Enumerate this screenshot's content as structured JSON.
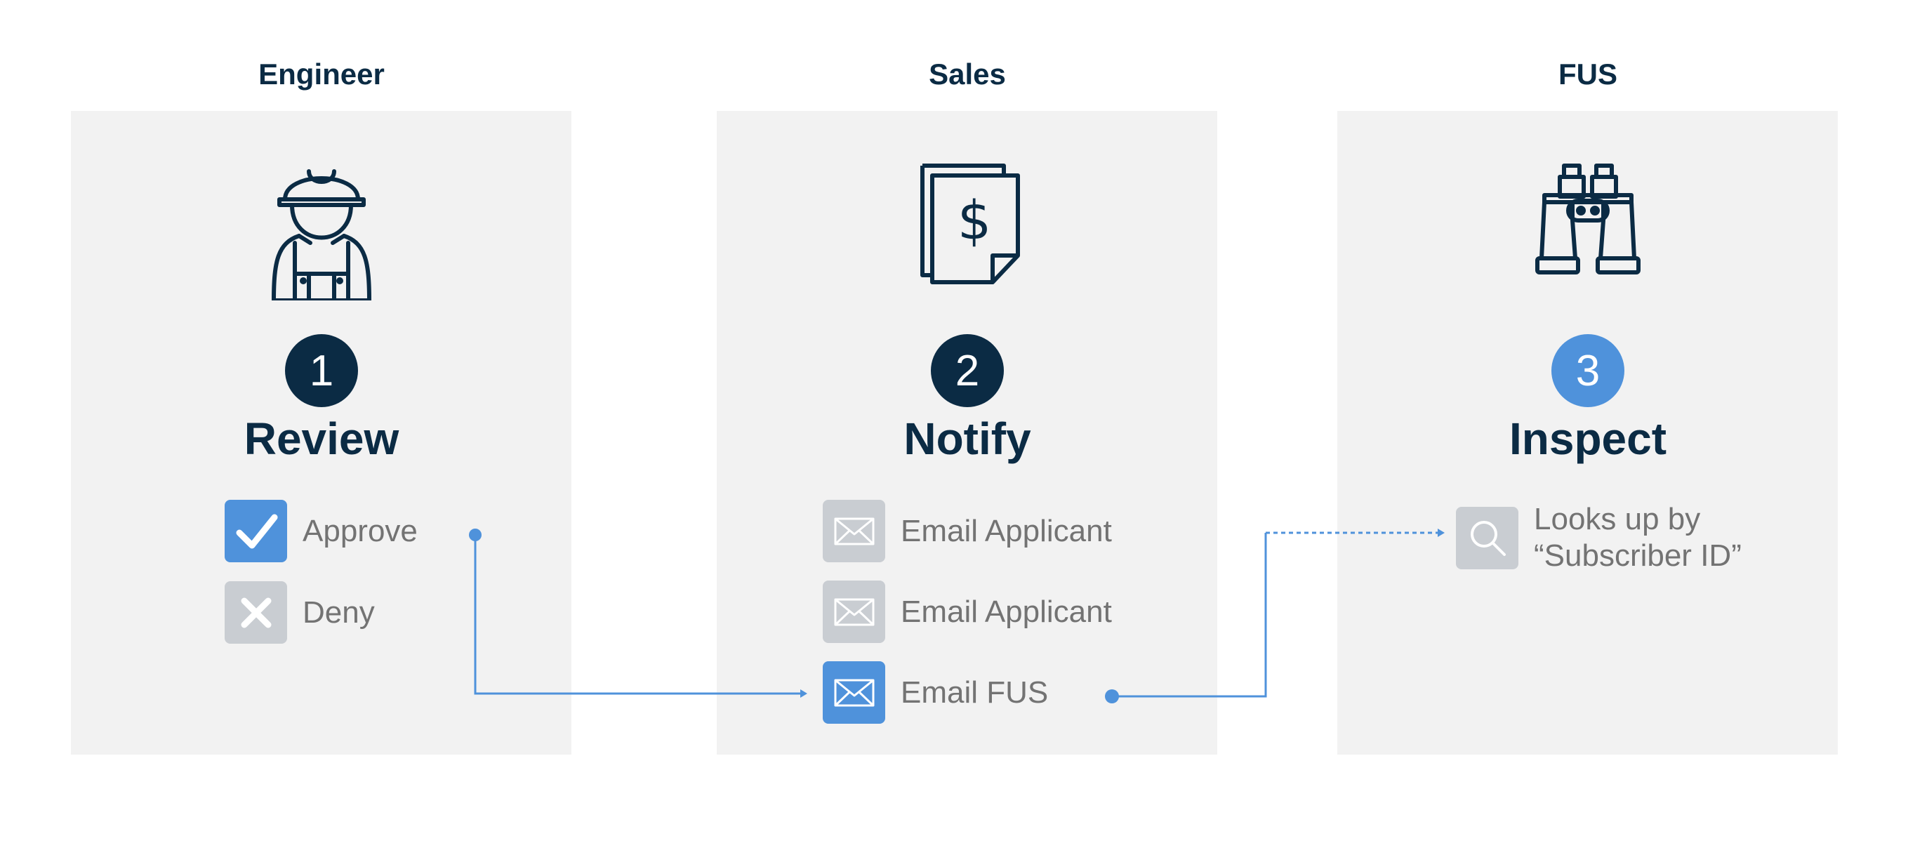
{
  "colors": {
    "navy": "#0b2b44",
    "blue": "#4f92db",
    "gray_tile": "#c9cdd2",
    "panel": "#f2f2f2",
    "text_gray": "#737373"
  },
  "columns": [
    {
      "title": "Engineer",
      "icon": "engineer-icon",
      "step_number": "1",
      "step_title": "Review",
      "options": [
        {
          "label": "Approve",
          "icon": "checkmark-icon",
          "active": true
        },
        {
          "label": "Deny",
          "icon": "x-icon",
          "active": false
        }
      ]
    },
    {
      "title": "Sales",
      "icon": "invoice-dollar-icon",
      "step_number": "2",
      "step_title": "Notify",
      "options": [
        {
          "label": "Email Applicant",
          "icon": "envelope-icon",
          "active": false
        },
        {
          "label": "Email Applicant",
          "icon": "envelope-icon",
          "active": false
        },
        {
          "label": "Email FUS",
          "icon": "envelope-icon",
          "active": true
        }
      ]
    },
    {
      "title": "FUS",
      "icon": "binoculars-icon",
      "step_number": "3",
      "step_title": "Inspect",
      "options": [
        {
          "label": "Looks up by\n“Subscriber ID”",
          "icon": "magnifier-icon",
          "active": false
        }
      ]
    }
  ]
}
